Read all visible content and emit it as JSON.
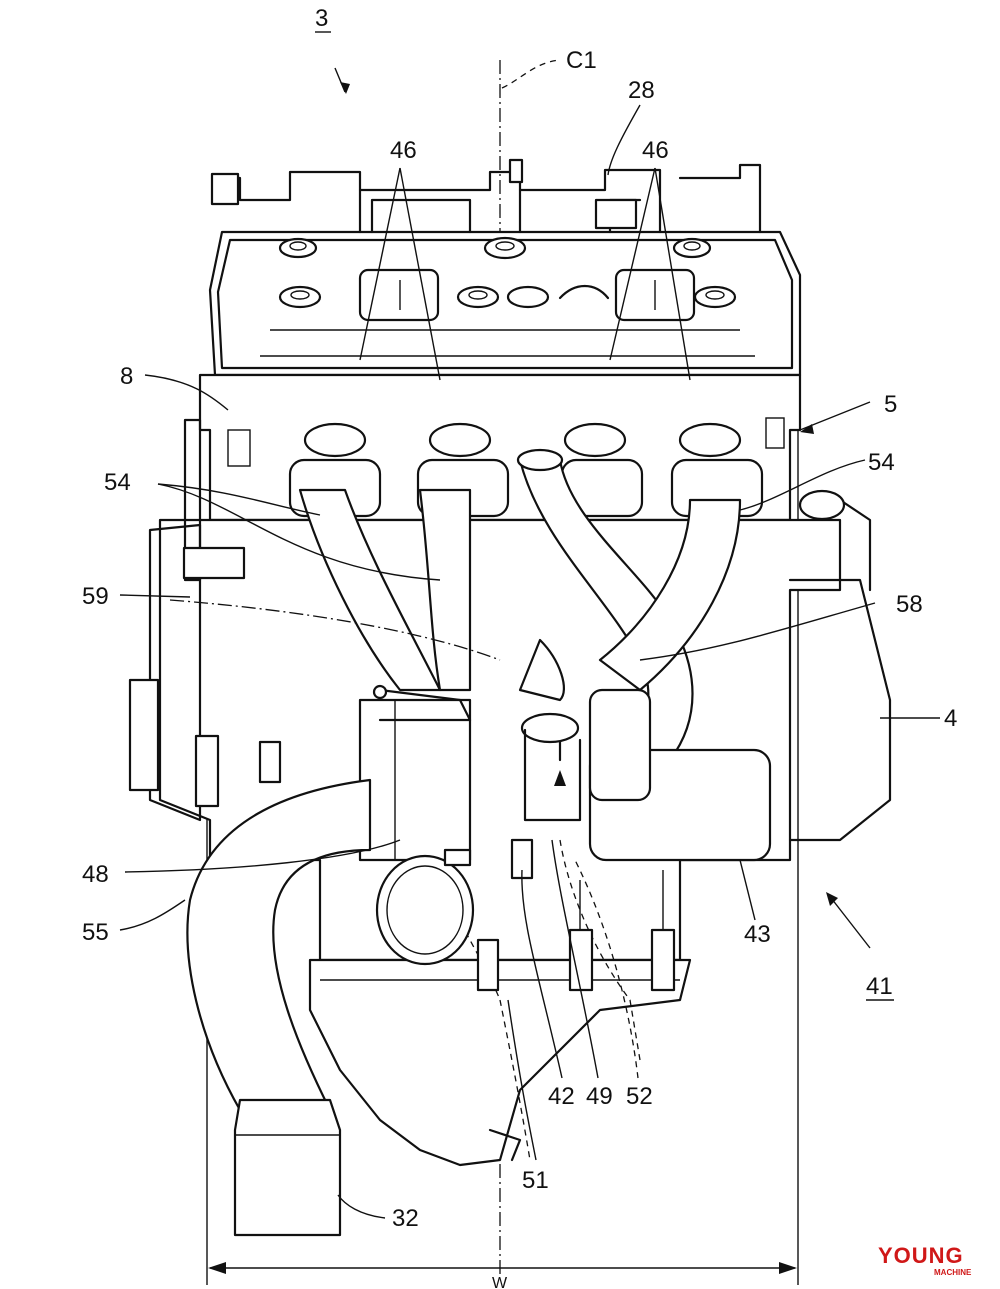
{
  "callouts": {
    "c1": "C1",
    "ref_3": "3",
    "ref_28": "28",
    "ref_46a": "46",
    "ref_46b": "46",
    "ref_8": "8",
    "ref_5": "5",
    "ref_54a": "54",
    "ref_54b": "54",
    "ref_59": "59",
    "ref_58": "58",
    "ref_4": "4",
    "ref_48": "48",
    "ref_43": "43",
    "ref_55": "55",
    "ref_41": "41",
    "ref_42": "42",
    "ref_49": "49",
    "ref_52": "52",
    "ref_51": "51",
    "ref_32": "32",
    "width_w": "W"
  },
  "watermark": {
    "brand": "YOUNG",
    "sub": "MACHINE"
  },
  "colors": {
    "line": "#111111",
    "watermark": "#d01818"
  }
}
